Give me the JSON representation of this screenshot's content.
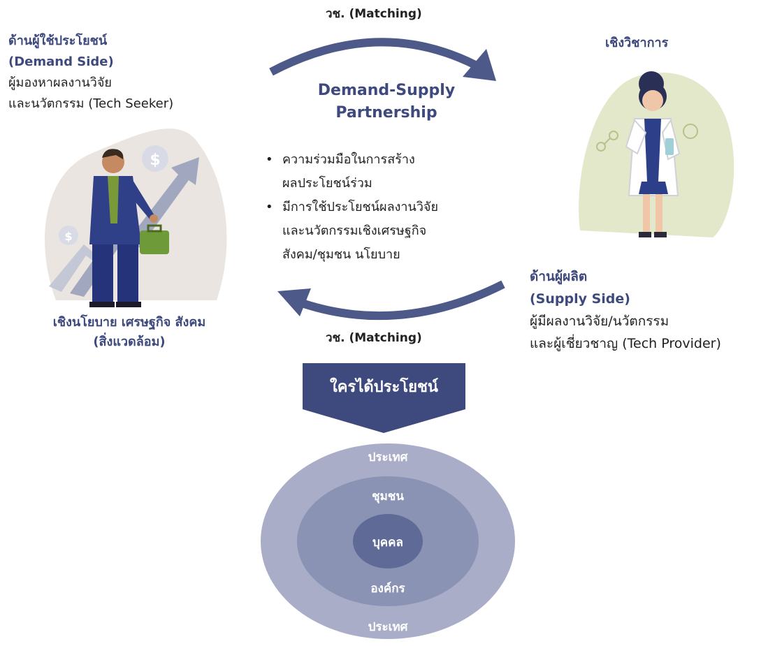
{
  "matching_top": "วช. (Matching)",
  "matching_bottom": "วช. (Matching)",
  "demand": {
    "heading_th": "ด้านผู้ใช้ประโยชน์",
    "heading_en": "(Demand Side)",
    "desc_line1": "ผู้มองหาผลงานวิจัย",
    "desc_line2": "และนวัตกรรม (Tech Seeker)"
  },
  "academic_label": "เชิงวิชาการ",
  "partnership": {
    "line1": "Demand-Supply",
    "line2": "Partnership"
  },
  "bullets": [
    {
      "line1": "ความร่วมมือในการสร้าง",
      "line2": "ผลประโยชน์ร่วม"
    },
    {
      "line1": "มีการใช้ประโยชน์ผลงานวิจัย",
      "line2": "และนวัตกรรมเชิงเศรษฐกิจ",
      "line3": "สังคม/ชุมชน นโยบาย"
    }
  ],
  "policy_label": {
    "line1": "เชิงนโยบาย เศรษฐกิจ สังคม",
    "line2": "(สิ่งแวดล้อม)"
  },
  "supply": {
    "heading_th": "ด้านผู้ผลิต",
    "heading_en": "(Supply Side)",
    "desc_line1": "ผู้มีผลงานวิจัย/นวัตกรรม",
    "desc_line2": "และผู้เชี่ยวชาญ (Tech Provider)"
  },
  "beneficiary": {
    "title": "ใครได้ประโยชน์",
    "outer_top": "ประเทศ",
    "middle_top": "ชุมชน",
    "inner": "บุคคล",
    "middle_bottom": "องค์กร",
    "outer_bottom": "ประเทศ"
  },
  "colors": {
    "navy": "#3e4a7d",
    "arrow": "#4c5989",
    "ring_outer": "#a9adc7",
    "ring_middle": "#8a93b4",
    "ring_inner": "#5f6a96",
    "blob_left": "#eae5e0",
    "blob_right": "#e2e8c9"
  },
  "icons": [
    "businessman-illustration",
    "dollar-coin-icon",
    "growth-arrow-icon",
    "scientist-illustration",
    "molecule-icon",
    "curved-arrow-right",
    "curved-arrow-left",
    "down-pointer-banner"
  ]
}
